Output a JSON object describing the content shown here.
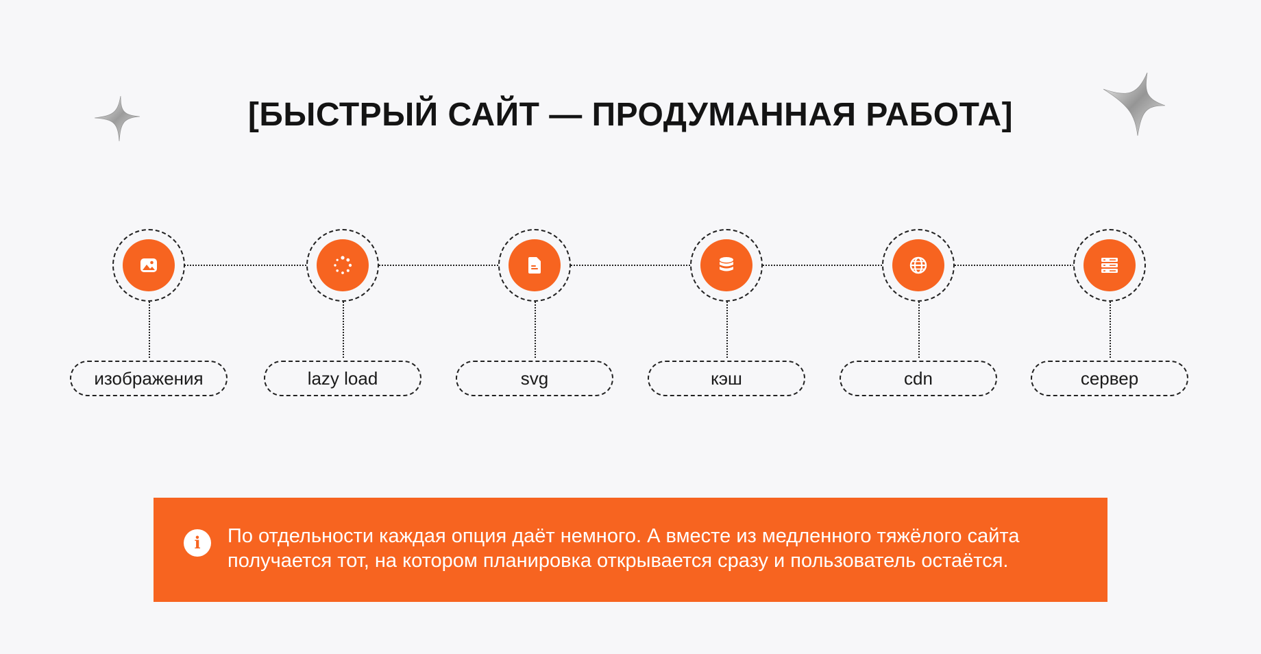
{
  "title": "[БЫСТРЫЙ САЙТ — ПРОДУМАННАЯ РАБОТА]",
  "accent_color": "#f76420",
  "background_color": "#f7f7f9",
  "steps": [
    {
      "label": "изображения",
      "icon": "image-icon"
    },
    {
      "label": "lazy load",
      "icon": "loading-spinner-icon"
    },
    {
      "label": "svg",
      "icon": "file-icon"
    },
    {
      "label": "кэш",
      "icon": "database-icon"
    },
    {
      "label": "cdn",
      "icon": "globe-icon"
    },
    {
      "label": "сервер",
      "icon": "server-icon"
    }
  ],
  "note": {
    "icon": "info-icon",
    "line1": "По отдельности каждая опция даёт немного. А вместе из медленного тяжёлого сайта",
    "line2": "получается тот, на котором планировка открывается сразу и пользователь остаётся."
  }
}
